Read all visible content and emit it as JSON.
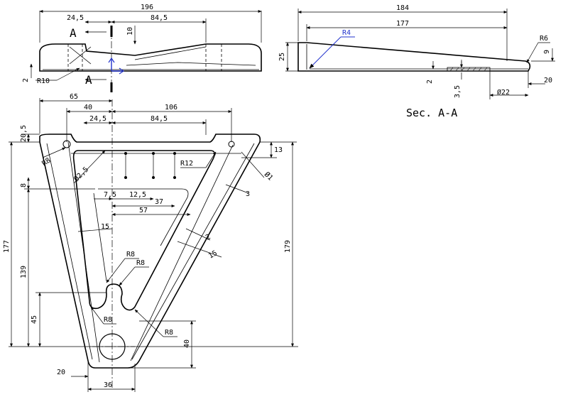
{
  "section_label": "Sec. A-A",
  "cut_marker": "A",
  "colors": {
    "line": "#000000",
    "accent": "#2233cc",
    "background": "#ffffff"
  },
  "top_view": {
    "dims": {
      "overall_length": "196",
      "to_section": "24,5",
      "to_bend": "84,5",
      "thickness_top": "10",
      "base": "2",
      "fillet": "R10"
    }
  },
  "section_view": {
    "dims": {
      "overall_length": "184",
      "inner_length": "177",
      "inner_radius": "R4",
      "tip_radius": "R6",
      "height": "25",
      "tip_height": "9",
      "base_thickness": "2",
      "recess_depth": "3,5",
      "hole_diameter": "Ø22",
      "tip_offset": "20"
    }
  },
  "front_view": {
    "dims": {
      "left_offset": "65",
      "to_hole_left": "40",
      "right_offset": "106",
      "to_row_1": "24,5",
      "to_row_2": "84,5",
      "top_offset": "20,5",
      "hole_dia": "Ø2,5",
      "fillet_inner": "R12",
      "right_top": "13",
      "hole_small": "Ø1",
      "web_3": "3",
      "rib_15": "15",
      "rib_2": "2",
      "rib_15b": "15",
      "pocket_7_5": "7,5",
      "pocket_12_5": "12,5",
      "pocket_37": "37",
      "pocket_57": "57",
      "offset_8": "8",
      "height_177": "177",
      "height_139": "139",
      "height_45": "45",
      "height_179": "179",
      "height_40": "40",
      "radius_a": "R8",
      "radius_b": "R8",
      "radius_c": "R8",
      "radius_d": "R8",
      "bottom_20": "20",
      "bottom_36": "36"
    }
  }
}
